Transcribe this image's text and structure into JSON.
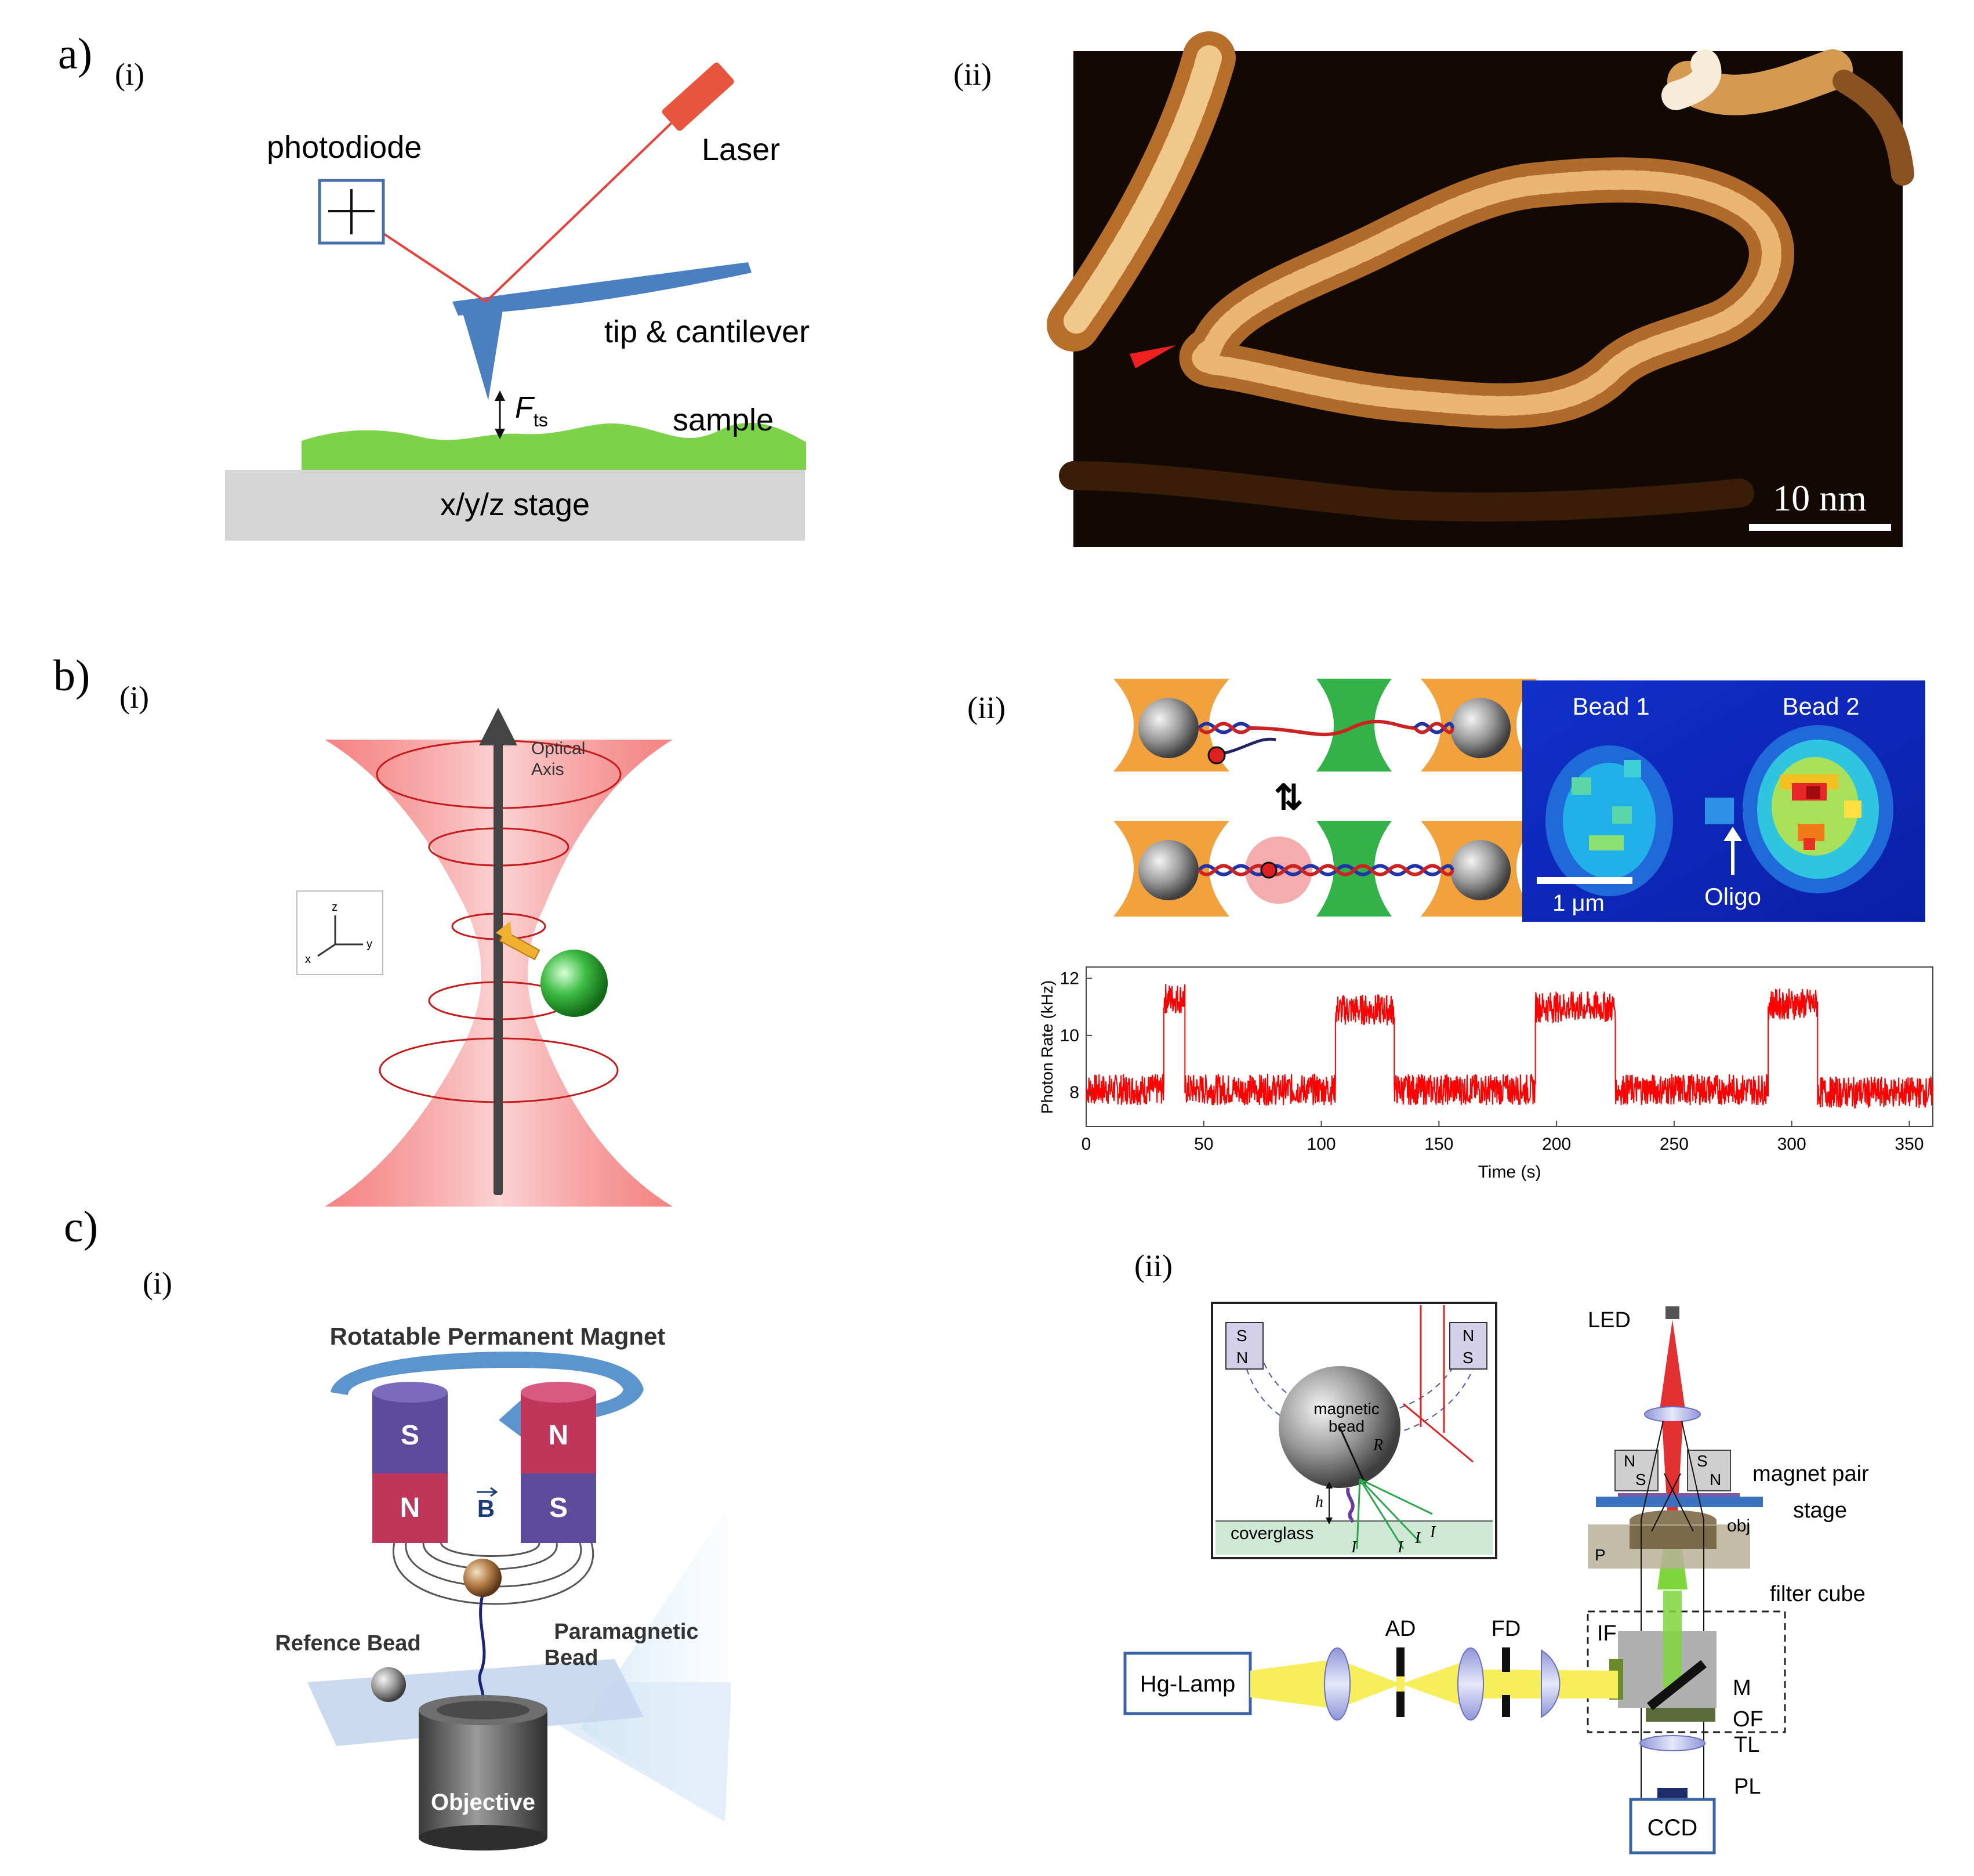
{
  "panel_a": {
    "letter": "a)",
    "sub_i": "(i)",
    "sub_ii": "(ii)",
    "photodiode": "photodiode",
    "laser": "Laser",
    "cantilever": "tip & cantilever",
    "force": "F",
    "force_sub": "ts",
    "sample": "sample",
    "stage": "x/y/z stage",
    "scalebar": "10 nm"
  },
  "panel_b": {
    "letter": "b)",
    "sub_i": "(i)",
    "sub_ii": "(ii)",
    "optical_axis_1": "Optical",
    "optical_axis_2": "Axis",
    "axes_z": "z",
    "axes_y": "y",
    "axes_x": "x",
    "bead1": "Bead 1",
    "bead2": "Bead 2",
    "oligo": "Oligo",
    "scale_1um": "1 μm",
    "chart_title": "",
    "xlabel": "Time (s)",
    "ylabel": "Photon Rate (kHz)",
    "x_ticks": [
      "0",
      "50",
      "100",
      "150",
      "200",
      "250",
      "300",
      "350"
    ],
    "y_ticks": [
      "8",
      "10",
      "12"
    ]
  },
  "panel_c": {
    "letter": "c)",
    "sub_i": "(i)",
    "sub_ii": "(ii)",
    "magnet_title": "Rotatable Permanent Magnet",
    "mag_S": "S",
    "mag_N": "N",
    "field_B": "B",
    "ref_bead": "Refence Bead",
    "para_1": "Paramagnetic",
    "para_2": "Bead",
    "objective": "Objective",
    "inset_magnetic_1": "magnetic",
    "inset_magnetic_2": "bead",
    "inset_R": "R",
    "inset_h": "h",
    "inset_coverglass": "coverglass",
    "inset_I0a": "I",
    "inset_I0b": "I",
    "inset_I1": "I",
    "inset_I2": "I",
    "led": "LED",
    "magnet_pair": "magnet pair",
    "stage": "stage",
    "obj": "obj",
    "P": "P",
    "filter_cube": "filter cube",
    "IF": "IF",
    "M": "M",
    "OF": "OF",
    "TL": "TL",
    "PL": "PL",
    "ccd": "CCD",
    "hg_lamp": "Hg-Lamp",
    "AD": "AD",
    "FD": "FD"
  },
  "chart_data": {
    "type": "line",
    "title": "",
    "xlabel": "Time (s)",
    "ylabel": "Photon Rate (kHz)",
    "xlim": [
      0,
      360
    ],
    "ylim": [
      6.8,
      12.4
    ],
    "grid": false,
    "series": [
      {
        "color": "#ff0000",
        "segments": [
          {
            "x_start": 0,
            "x_end": 33,
            "mean": 8.1
          },
          {
            "x_start": 33,
            "x_end": 42,
            "mean": 11.3
          },
          {
            "x_start": 42,
            "x_end": 106,
            "mean": 8.1
          },
          {
            "x_start": 106,
            "x_end": 131,
            "mean": 10.9
          },
          {
            "x_start": 131,
            "x_end": 191,
            "mean": 8.1
          },
          {
            "x_start": 191,
            "x_end": 225,
            "mean": 11.0
          },
          {
            "x_start": 225,
            "x_end": 290,
            "mean": 8.1
          },
          {
            "x_start": 290,
            "x_end": 311,
            "mean": 11.1
          },
          {
            "x_start": 311,
            "x_end": 360,
            "mean": 8.0
          }
        ]
      }
    ]
  },
  "colors": {
    "laser_red": "#e8403a",
    "cantilever_blue": "#4a7fc1",
    "sample_green": "#7cd34a",
    "stage_gray": "#d3d3d3",
    "afm_dark": "#100804",
    "afm_strand": "#d08a3c",
    "trap_red": "#dd2a2a",
    "trap_orange": "#f2a23c",
    "trap_green": "#34b24a",
    "magnet_purple": "#5b4b9a",
    "magnet_red": "#c0355a",
    "lamp_yellow": "#f6ee5a"
  }
}
